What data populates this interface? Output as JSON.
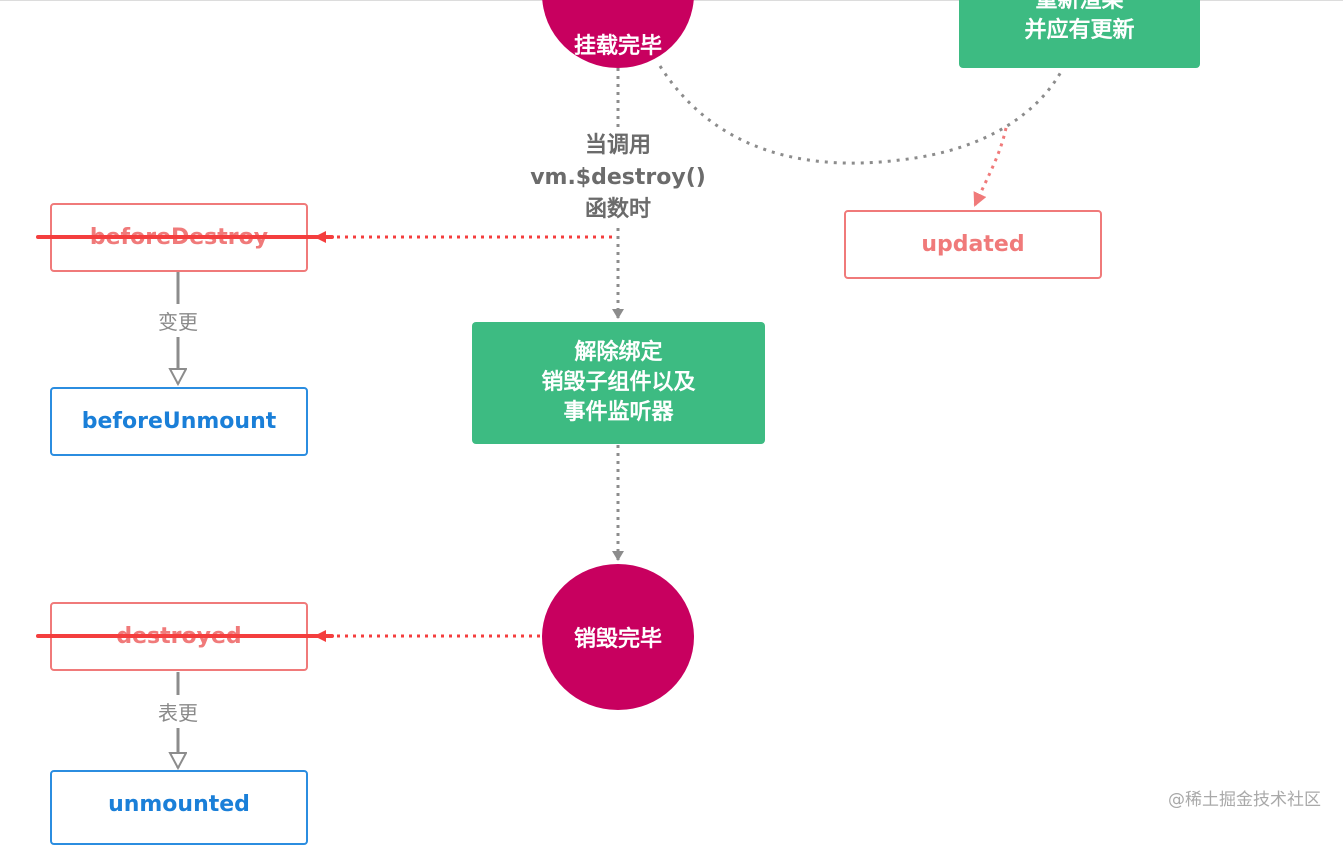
{
  "nodes": {
    "top_circle_label": "挂载完毕",
    "top_green_lines": [
      "重新渲染",
      "并应有更新"
    ],
    "updated_label": "updated",
    "call_label_lines": [
      "当调用",
      "vm.$destroy()",
      "函数时"
    ],
    "before_destroy_label": "beforeDestroy",
    "change_label_1": "变更",
    "before_unmount_label": "beforeUnmount",
    "unbind_lines": [
      "解除绑定",
      "销毁子组件以及",
      "事件监听器"
    ],
    "destroyed_circle_label": "销毁完毕",
    "destroyed_label": "destroyed",
    "change_label_2": "表更",
    "unmounted_label": "unmounted"
  },
  "watermark": "@稀土掘金技术社区",
  "colors": {
    "circle": "#c8005f",
    "green": "#3dbb82",
    "deprecated": "#f07a7a",
    "strike": "#f43e3e",
    "vue3": "#2b8de0",
    "dotted_gray": "#8c8c8c"
  }
}
